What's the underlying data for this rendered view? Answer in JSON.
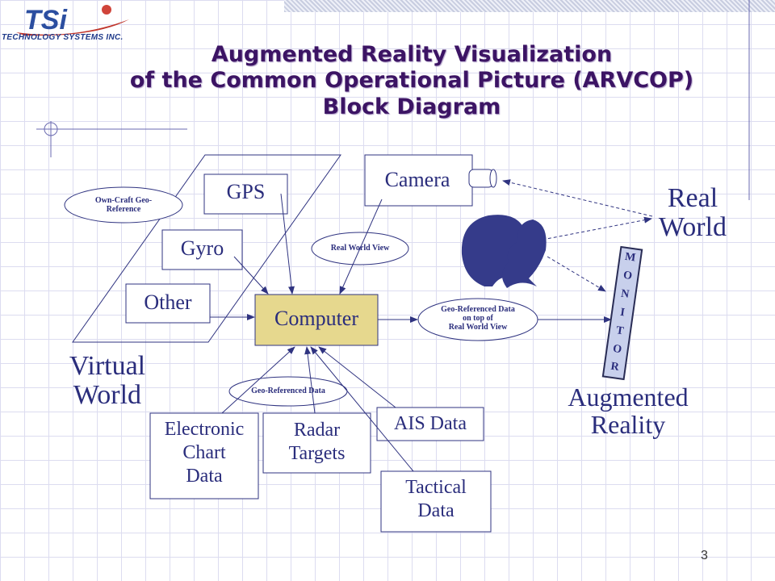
{
  "logo": {
    "mark": "TSi",
    "company": "TECHNOLOGY SYSTEMS INC."
  },
  "title": [
    "Augmented Reality Visualization",
    "of the Common Operational Picture (ARVCOP)",
    "Block Diagram"
  ],
  "blocks": {
    "gps": "GPS",
    "gyro": "Gyro",
    "other": "Other",
    "computer": "Computer",
    "camera": "Camera",
    "electronic_chart": [
      "Electronic",
      "Chart",
      "Data"
    ],
    "radar": [
      "Radar",
      "Targets"
    ],
    "ais": "AIS Data",
    "tactical": [
      "Tactical",
      "Data"
    ]
  },
  "ellipses": {
    "own_craft": [
      "Own-Craft Geo-",
      "Reference"
    ],
    "real_world_view": "Real World View",
    "geo_on_top": [
      "Geo-Referenced Data",
      "on top of",
      "Real World View"
    ],
    "geo_referenced": "Geo-Referenced Data"
  },
  "labels": {
    "virtual_world": [
      "Virtual",
      "World"
    ],
    "real_world": [
      "Real",
      "World"
    ],
    "augmented_reality": [
      "Augmented",
      "Reality"
    ]
  },
  "monitor": [
    "M",
    "O",
    "N",
    "I",
    "T",
    "O",
    "R"
  ],
  "page_number": "3",
  "colors": {
    "title": "#3c1464",
    "text": "#2a2d7c",
    "computer_fill": "#e6d88e",
    "lines": "#2f3380"
  }
}
